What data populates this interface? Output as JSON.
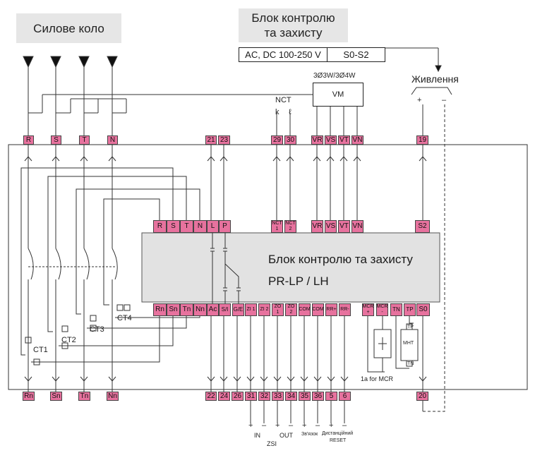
{
  "header": {
    "power_circuit": "Силове коло",
    "control_block_line1": "Блок контролю",
    "control_block_line2": "та захисту"
  },
  "supply": {
    "voltage": "AC, DC 100-250 V",
    "range": "S0-S2"
  },
  "power_supply_label": "Живлення",
  "power_polarity": {
    "plus": "+",
    "minus": "–"
  },
  "vm": {
    "system": "3Ø3W/3Ø4W",
    "label": "VM"
  },
  "nct": {
    "label": "NCT",
    "k": "k",
    "l": "ℓ"
  },
  "top_terminals": [
    "R",
    "S",
    "T",
    "N",
    "21",
    "23",
    "29",
    "30",
    "VR",
    "VS",
    "VT",
    "VN",
    "19"
  ],
  "block": {
    "title": "Блок контролю та захисту",
    "model": "PR-LP / LH"
  },
  "block_top_terminals": [
    "R",
    "S",
    "T",
    "N",
    "L",
    "P",
    "NCT 1",
    "NCT 2",
    "VR",
    "VS",
    "VT",
    "VN",
    "S2"
  ],
  "block_bottom_terminals": [
    "Rn",
    "Sn",
    "Tn",
    "Nn",
    "Ac",
    "S/I",
    "G/E",
    "ZI 1",
    "ZI 2",
    "ZO 1",
    "ZO 2",
    "COM",
    "COM",
    "RR+",
    "RR-",
    "MCR +",
    "MCR -",
    "TN",
    "TP",
    "S0"
  ],
  "bottom_terminals": [
    "Rn",
    "Sn",
    "Tn",
    "Nn",
    "22",
    "24",
    "26",
    "31",
    "32",
    "33",
    "34",
    "35",
    "36",
    "5",
    "6",
    "20"
  ],
  "ct_labels": [
    "CT1",
    "CT2",
    "CT3",
    "CT4"
  ],
  "mht": {
    "label": "MHT",
    "tp": "TP",
    "tn": "TN"
  },
  "mcr_note": "1a for MCR",
  "bottom_signs": [
    "+",
    "–",
    "+",
    "–",
    "+",
    "–",
    "+",
    "–"
  ],
  "bottom_labels": {
    "in": "IN",
    "out": "OUT",
    "zsi": "ZSI",
    "link": "Зв'язок",
    "remote": "Дистанційний",
    "reset": "RESET"
  }
}
